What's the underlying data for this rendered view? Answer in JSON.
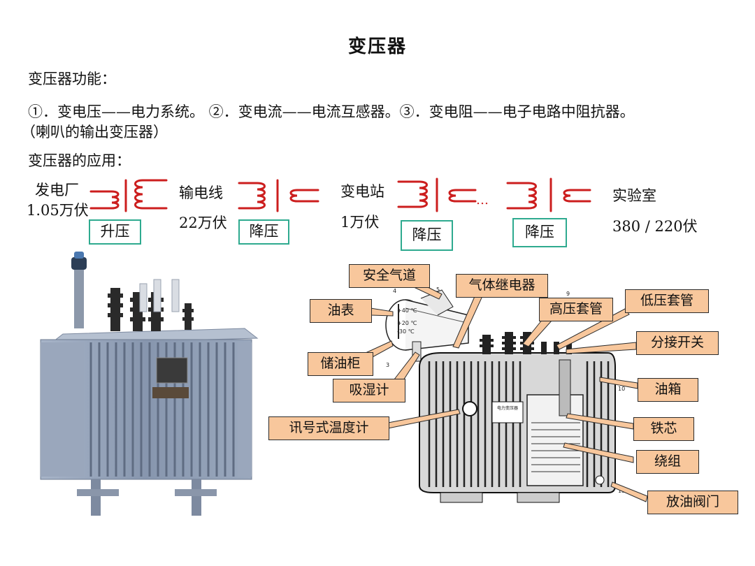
{
  "title": "变压器",
  "functions_heading": "变压器功能：",
  "functions_line1": "①．变电压——电力系统。 ②．变电流——电流互感器。③．变电阻——电子电路中阻抗器。",
  "functions_line2": "（喇叭的输出变压器）",
  "applications_heading": "变压器的应用：",
  "chain": {
    "plant": "发电厂",
    "plant_voltage": "1.05万伏",
    "line": "输电线",
    "line_voltage": "22万伏",
    "substation": "变电站",
    "substation_voltage": "1万伏",
    "ellipsis": "…",
    "lab": "实验室",
    "lab_voltage": "380 / 220伏",
    "step_up": "升压",
    "step_down_1": "降压",
    "step_down_2": "降压",
    "step_down_3": "降压"
  },
  "callouts": {
    "safety_airway": "安全气道",
    "gas_relay": "气体继电器",
    "oil_gauge": "油表",
    "hv_bushing": "高压套管",
    "lv_bushing": "低压套管",
    "tap_changer": "分接开关",
    "conservator": "储油柜",
    "breather": "吸湿计",
    "oil_tank": "油箱",
    "thermometer": "讯号式温度计",
    "core": "铁芯",
    "winding": "绕组",
    "drain_valve": "放油阀门"
  },
  "diagram_marks": {
    "gauge_40": "+40 ℃",
    "gauge_20": "+20 ℃",
    "gauge_m30": "-30 ℃",
    "n4": "4",
    "n5": "5",
    "n3a": "3",
    "n3b": "3",
    "n9": "9",
    "n10": "10",
    "n15": "15",
    "plate_text": "电力变压器"
  },
  "colors": {
    "coil": "#cc1e1e",
    "box_border": "#2eaa8f",
    "callout_fill": "#f8c79c",
    "transformer_body": "#8a9bb3"
  }
}
